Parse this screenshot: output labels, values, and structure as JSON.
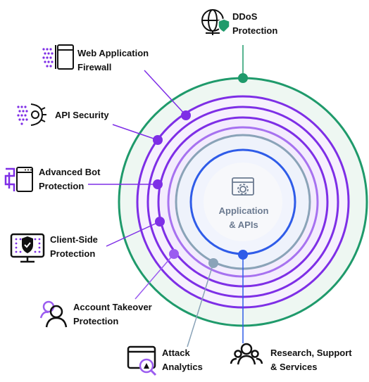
{
  "center": {
    "line1": "Application",
    "line2": "& APIs",
    "icon": "app-window-gear-icon"
  },
  "layers": [
    {
      "line1": "DDoS",
      "line2": "Protection",
      "icon": "ddos-shield-globe-icon",
      "color": "#1f9a6b"
    },
    {
      "line1": "Web Application",
      "line2": "Firewall",
      "icon": "waf-firewall-icon",
      "color": "#7e2ee6"
    },
    {
      "line1": "API Security",
      "line2": "",
      "icon": "api-gear-icon",
      "color": "#7e2ee6"
    },
    {
      "line1": "Advanced Bot",
      "line2": "Protection",
      "icon": "bot-browser-icon",
      "color": "#7e2ee6"
    },
    {
      "line1": "Client-Side",
      "line2": "Protection",
      "icon": "client-monitor-shield-icon",
      "color": "#7e2ee6"
    },
    {
      "line1": "Account Takeover",
      "line2": "Protection",
      "icon": "account-user-icon",
      "color": "#9b5cf0"
    },
    {
      "line1": "Attack",
      "line2": "Analytics",
      "icon": "attack-analytics-icon",
      "color": "#8aa3b8"
    },
    {
      "line1": "Research, Support",
      "line2": "& Services",
      "icon": "research-team-icon",
      "color": "#2f5ce8"
    }
  ],
  "colors": {
    "green": "#1f9a6b",
    "purple": "#7e2ee6",
    "lavender": "#f3ecfd",
    "steel": "#8aa3b8",
    "blue": "#2f5ce8"
  }
}
